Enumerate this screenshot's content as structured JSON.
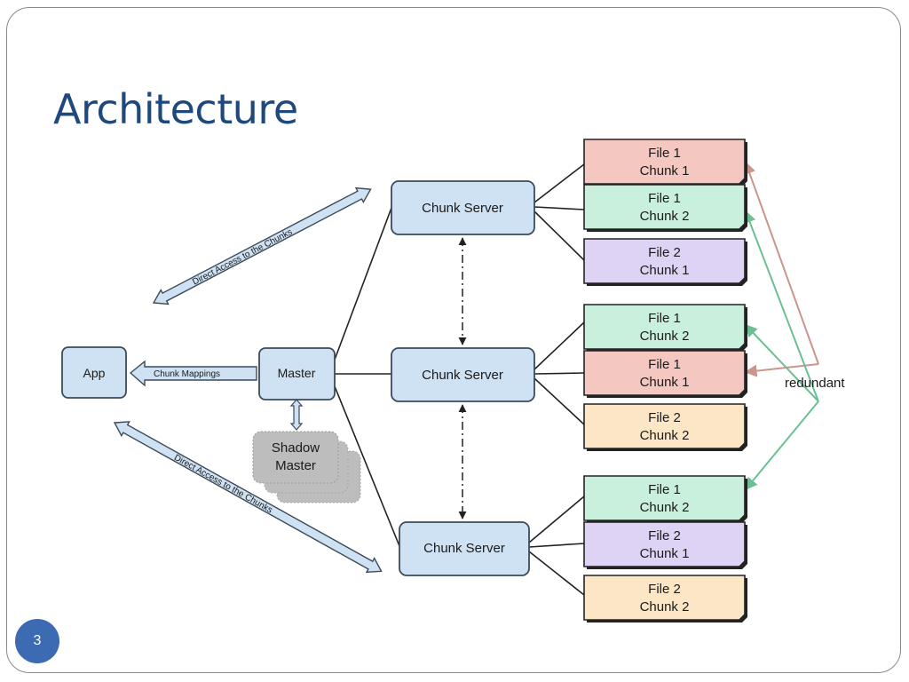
{
  "slide": {
    "title": "Architecture",
    "page_number": "3"
  },
  "diagram": {
    "app": "App",
    "master": "Master",
    "shadow_master": [
      "Shadow",
      "Master"
    ],
    "chunk_servers": [
      "Chunk Server",
      "Chunk Server",
      "Chunk Server"
    ],
    "chunks": [
      {
        "file": "File 1",
        "chunk": "Chunk 1",
        "color": "#f4c7c0"
      },
      {
        "file": "File 1",
        "chunk": "Chunk 2",
        "color": "#c8f0dc"
      },
      {
        "file": "File 2",
        "chunk": "Chunk 1",
        "color": "#dfd3f5"
      },
      {
        "file": "File 1",
        "chunk": "Chunk 2",
        "color": "#c8f0dc"
      },
      {
        "file": "File 1",
        "chunk": "Chunk 1",
        "color": "#f4c7c0"
      },
      {
        "file": "File 2",
        "chunk": "Chunk 2",
        "color": "#fde6c6"
      },
      {
        "file": "File 1",
        "chunk": "Chunk 2",
        "color": "#c8f0dc"
      },
      {
        "file": "File 2",
        "chunk": "Chunk 1",
        "color": "#dfd3f5"
      },
      {
        "file": "File 2",
        "chunk": "Chunk 2",
        "color": "#fde6c6"
      }
    ],
    "arrow_labels": {
      "direct_access_top": "Direct Access to the Chunks",
      "chunk_mappings": "Chunk Mappings",
      "direct_access_bottom": "Direct Access to the Chunks"
    },
    "redundant_label": "redundant",
    "colors": {
      "node_fill": "#cfe2f3",
      "node_stroke": "#3d4a5a",
      "redundant_red": "#c9958c",
      "redundant_green": "#6cbf94",
      "shadow": "#bdbdbd"
    }
  }
}
